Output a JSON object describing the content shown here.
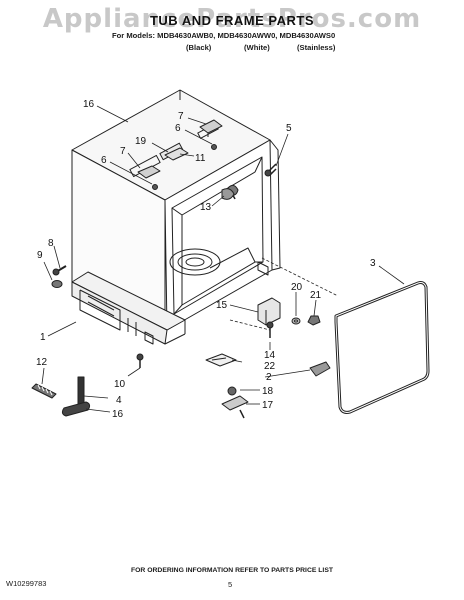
{
  "watermark": "AppliancePartsPros.com",
  "title": "TUB AND FRAME PARTS",
  "models_line": "For Models: MDB4630AWB0, MDB4630AWW0, MDB4630AWS0",
  "finishes": {
    "black": "(Black)",
    "white": "(White)",
    "stainless": "(Stainless)"
  },
  "part_labels": {
    "p1": "1",
    "p2": "2",
    "p3": "3",
    "p4": "4",
    "p5": "5",
    "p6a": "6",
    "p6b": "6",
    "p7a": "7",
    "p7b": "7",
    "p8": "8",
    "p9": "9",
    "p10": "10",
    "p11": "11",
    "p12": "12",
    "p13": "13",
    "p14": "14",
    "p15": "15",
    "p16a": "16",
    "p16b": "16",
    "p17": "17",
    "p18": "18",
    "p19": "19",
    "p20": "20",
    "p21": "21",
    "p22": "22"
  },
  "footer": {
    "doc_number": "W10299783",
    "ordering_note": "FOR ORDERING INFORMATION REFER TO PARTS PRICE LIST",
    "page_number": "5"
  }
}
